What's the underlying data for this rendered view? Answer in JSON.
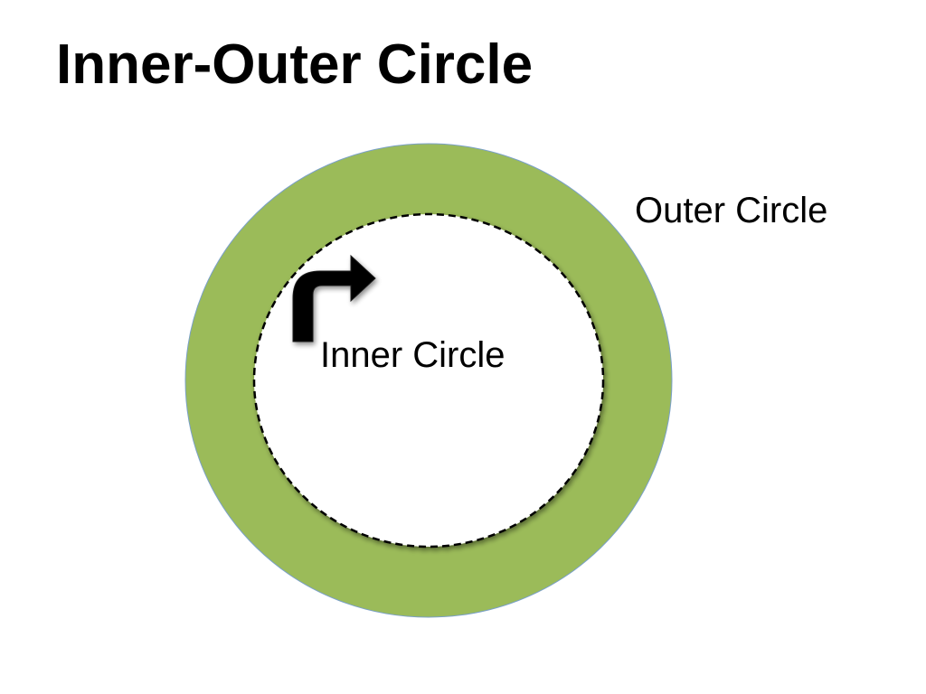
{
  "slide": {
    "title": "Inner-Outer Circle"
  },
  "diagram": {
    "outer_label": "Outer Circle",
    "inner_label": "Inner Circle",
    "outer_ring_color": "#9BBB59",
    "inner_fill_color": "#FFFFFF",
    "inner_border_style": "dashed",
    "arrow_icon": "curved-turn-right-arrow-icon",
    "arrow_color": "#000000"
  }
}
